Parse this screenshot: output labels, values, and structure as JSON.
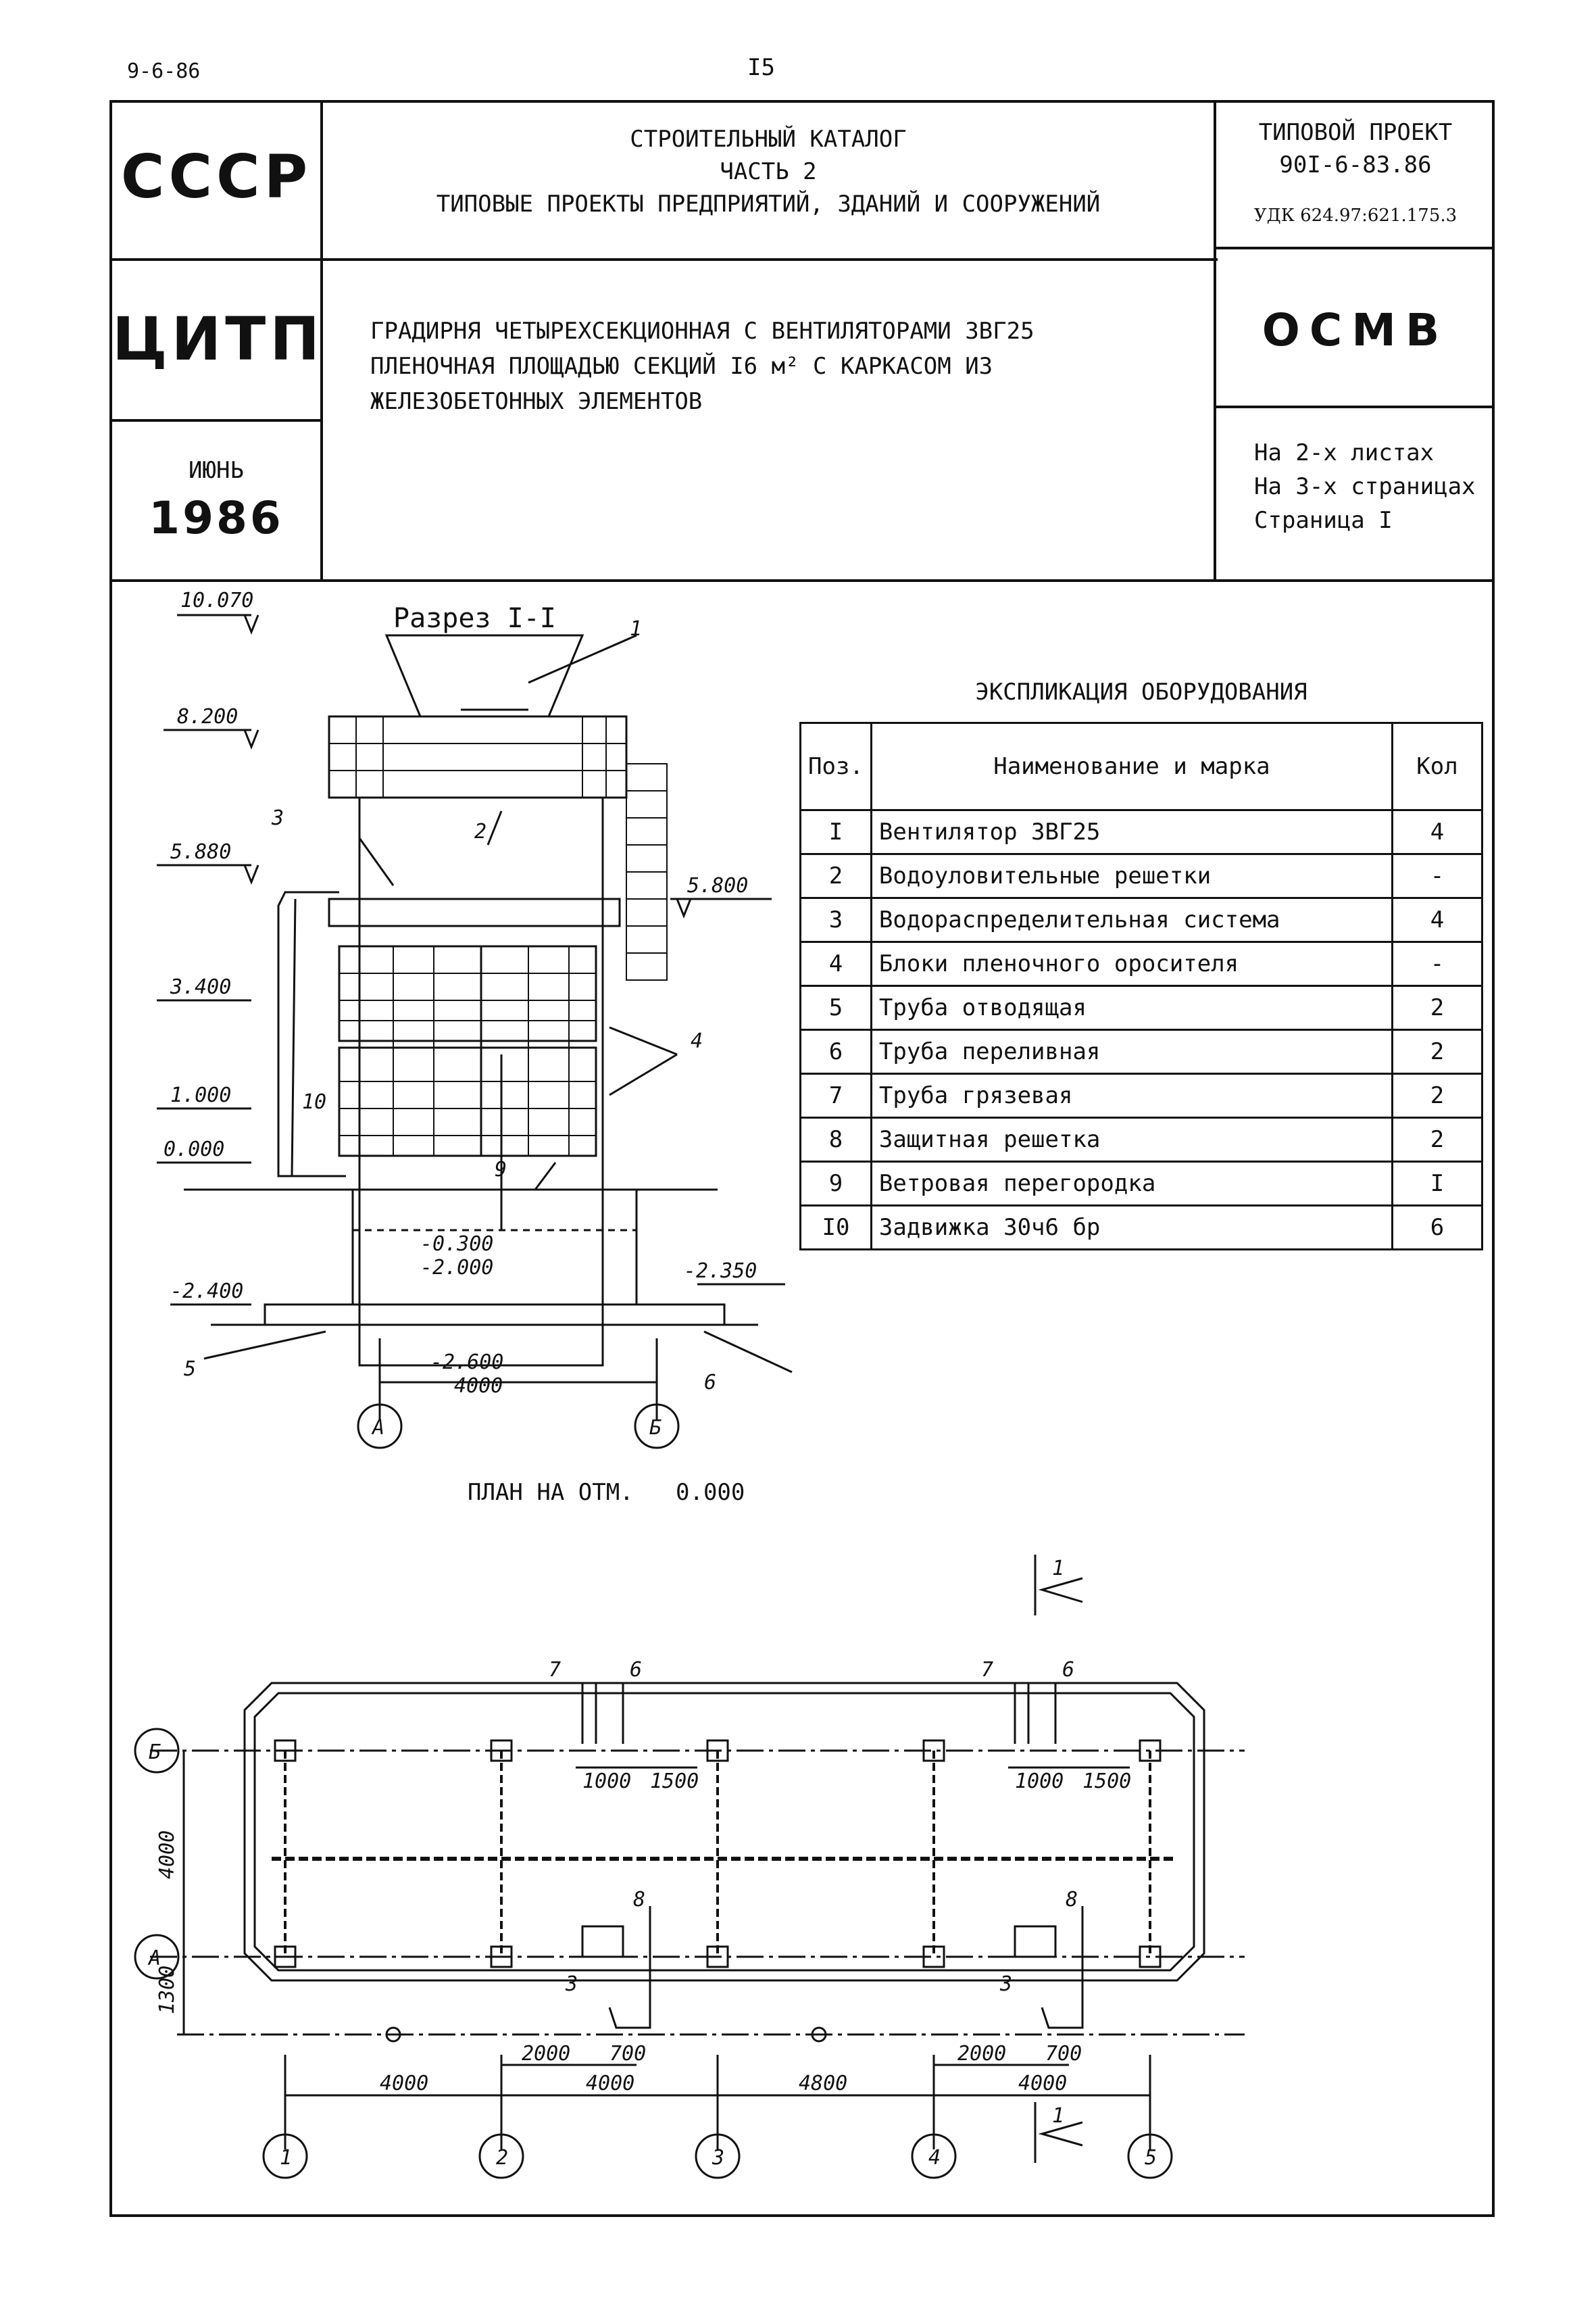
{
  "header": {
    "date_top": "9-6-86",
    "page_num": "I5",
    "org1": "СССР",
    "org2": "ЦИТП",
    "month": "ИЮНЬ",
    "year": "1986",
    "catalog_line1": "СТРОИТЕЛЬНЫЙ КАТАЛОГ",
    "catalog_line2": "ЧАСТЬ 2",
    "catalog_line3": "ТИПОВЫЕ ПРОЕКТЫ ПРЕДПРИЯТИЙ, ЗДАНИЙ И СООРУЖЕНИЙ",
    "project_label": "ТИПОВОЙ ПРОЕКТ",
    "project_no": "90I-6-83.86",
    "udk": "УДК 624.97:621.175.3",
    "title_line1": "ГРАДИРНЯ ЧЕТЫРЕХСЕКЦИОННАЯ С ВЕНТИЛЯТОРАМИ ЗВГ25",
    "title_line2": "ПЛЕНОЧНАЯ ПЛОЩАДЬЮ СЕКЦИЙ I6 м² С КАРКАСОМ ИЗ",
    "title_line3": "ЖЕЛЕЗОБЕТОННЫХ ЭЛЕМЕНТОВ",
    "code": "ОСМВ",
    "sheets1": "На 2-х листах",
    "sheets2": "На 3-х страницах",
    "sheets3": "Страница I"
  },
  "section": {
    "title": "Разрез I-I",
    "elev_10070": "10.070",
    "elev_8200": "8.200",
    "elev_5880": "5.880",
    "elev_5800": "5.800",
    "elev_3400": "3.400",
    "elev_1000": "1.000",
    "elev_0000": "0.000",
    "elev_m0300": "-0.300",
    "elev_m2000": "-2.000",
    "elev_m2400": "-2.400",
    "elev_m2350": "-2.350",
    "elev_m2600": "-2.600",
    "dim_4000": "4000",
    "axis_a": "А",
    "axis_b": "Б",
    "pos": [
      "1",
      "2",
      "3",
      "4",
      "5",
      "6",
      "9",
      "10"
    ]
  },
  "equipment": {
    "title": "ЭКСПЛИКАЦИЯ ОБОРУДОВАНИЯ",
    "col_pos": "Поз.",
    "col_name": "Наименование и марка",
    "col_qty": "Кол",
    "rows": [
      {
        "pos": "I",
        "name": "Вентилятор ЗВГ25",
        "qty": "4"
      },
      {
        "pos": "2",
        "name": "Водоуловительные решетки",
        "qty": "-"
      },
      {
        "pos": "3",
        "name": "Водораспределительная система",
        "qty": "4"
      },
      {
        "pos": "4",
        "name": "Блоки пленочного оросителя",
        "qty": "-"
      },
      {
        "pos": "5",
        "name": "Труба отводящая",
        "qty": "2"
      },
      {
        "pos": "6",
        "name": "Труба переливная",
        "qty": "2"
      },
      {
        "pos": "7",
        "name": "Труба грязевая",
        "qty": "2"
      },
      {
        "pos": "8",
        "name": "Защитная решетка",
        "qty": "2"
      },
      {
        "pos": "9",
        "name": "Ветровая перегородка",
        "qty": "I"
      },
      {
        "pos": "I0",
        "name": "Задвижка 30ч6 бр",
        "qty": "6"
      }
    ]
  },
  "plan": {
    "title": "ПЛАН НА ОТМ.",
    "elev": "0.000",
    "cut_mark": "1",
    "dim_4000": "4000",
    "dim_4800": "4800",
    "dim_1300": "1300",
    "dim_1000": "1000",
    "dim_1500": "1500",
    "dim_2000": "2000",
    "dim_700": "700",
    "axis_a": "А",
    "axis_b": "Б",
    "axes": [
      "1",
      "2",
      "3",
      "4",
      "5"
    ],
    "pos": [
      "3",
      "6",
      "7",
      "8"
    ]
  }
}
